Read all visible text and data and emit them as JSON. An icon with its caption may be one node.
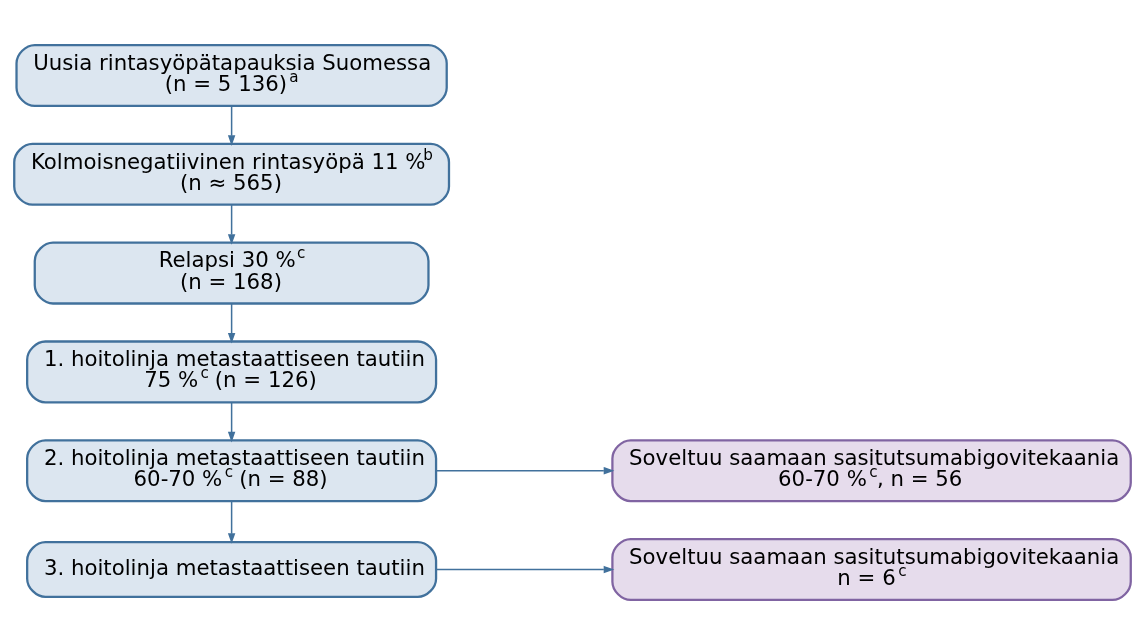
{
  "diagram": {
    "nodes": [
      {
        "text": [
          "Uusia rintasyöpätapauksia Suomessa",
          "(n = 5 136)$^{a}$"
        ]
      },
      {
        "text": [
          "Kolmoisnegatiivinen rintasyöpä 11 %$^{b}$",
          "(n ≈ 565)"
        ]
      },
      {
        "text": [
          "Relapsi 30 %$^{c}$",
          "(n = 168)"
        ]
      },
      {
        "text": [
          "1. hoitolinja metastaattiseen tautiin",
          "75 %$^{c}$ (n = 126)"
        ]
      },
      {
        "text": [
          "2. hoitolinja metastaattiseen tautiin",
          "60-70 %$^{c}$ (n = 88)"
        ]
      },
      {
        "text": [
          "3. hoitolinja metastaattiseen tautiin"
        ]
      },
      {
        "text": [
          "Soveltuu saamaan sasitutsumabigovitekaania",
          "60-70 %$^{c}$, n = 56"
        ]
      },
      {
        "text": [
          "Soveltuu saamaan sasitutsumabigovitekaania",
          "n = 6$^{c}$"
        ]
      }
    ],
    "edges": [
      {
        "from": 0,
        "to": 1,
        "arrow": "to"
      },
      {
        "from": 1,
        "to": 2,
        "arrow": "to"
      },
      {
        "from": 2,
        "to": 3,
        "arrow": "to"
      },
      {
        "from": 3,
        "to": 4,
        "arrow": "to"
      },
      {
        "from": 4,
        "to": 5,
        "arrow": "to"
      },
      {
        "from": 4,
        "to": 6,
        "arrow": "to"
      },
      {
        "from": 5,
        "to": 7,
        "arrow": "to"
      }
    ]
  }
}
